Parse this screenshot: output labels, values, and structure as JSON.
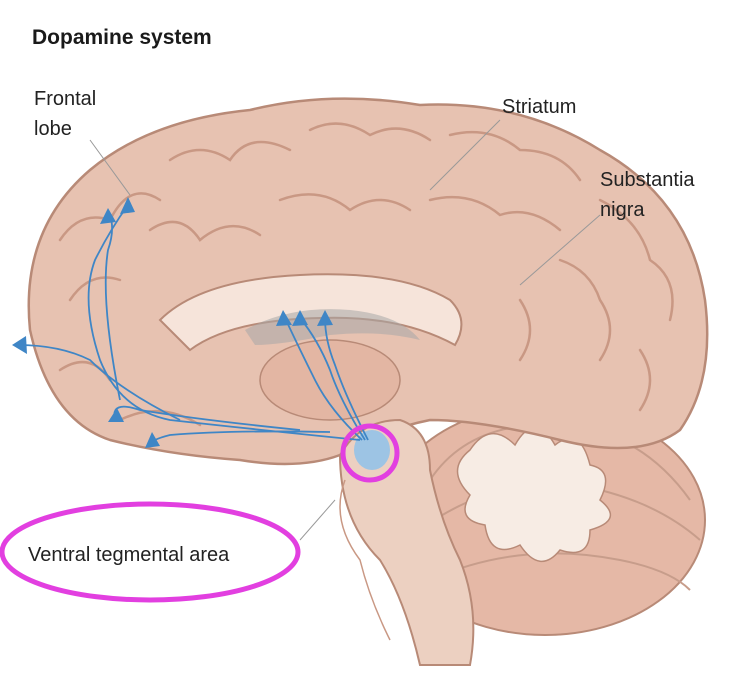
{
  "diagram": {
    "title": "Dopamine system",
    "labels": {
      "frontal_lobe": [
        "Frontal",
        "lobe"
      ],
      "striatum": "Striatum",
      "substantia_nigra": [
        "Substantia",
        "nigra"
      ],
      "ventral_tegmental_area": "Ventral tegmental area"
    },
    "colors": {
      "brain_fill": "#e7c2b1",
      "brain_outline": "#b88a77",
      "pathway": "#3f86c6",
      "highlight": "#e23fe0",
      "cerebellum": "#e5b8a6",
      "brainstem": "#ecd0c1"
    }
  }
}
